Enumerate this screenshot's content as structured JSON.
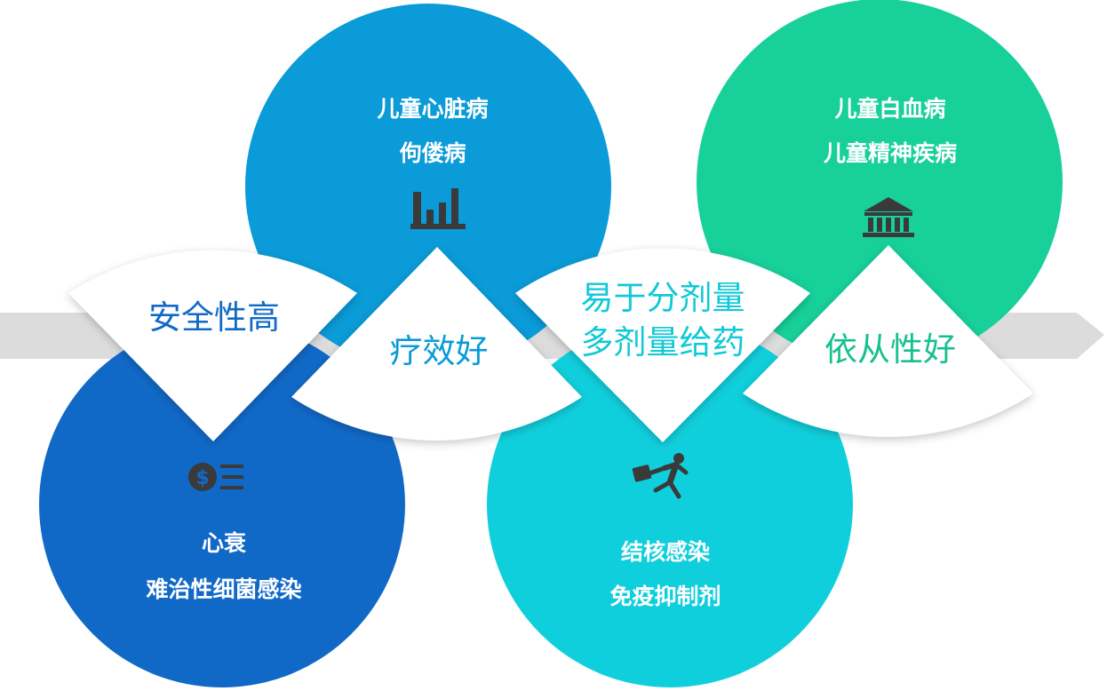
{
  "circles": [
    {
      "lines": [
        "儿童心脏病",
        "佝偻病"
      ],
      "icon": "bar-chart-icon",
      "color": "#0a9bd8"
    },
    {
      "lines": [
        "儿童白血病",
        "儿童精神疾病"
      ],
      "icon": "bank-building-icon",
      "color": "#17d09a"
    },
    {
      "lines": [
        "心衰",
        "难治性细菌感染"
      ],
      "icon": "money-coin-icon",
      "color": "#1169c7"
    },
    {
      "lines": [
        "结核感染",
        "免疫抑制剂"
      ],
      "icon": "running-man-briefcase-icon",
      "color": "#10cfdc"
    }
  ],
  "benefits": [
    {
      "lines": [
        "安全性高"
      ],
      "color": "#1169c7"
    },
    {
      "lines": [
        "疗效好"
      ],
      "color": "#0a9bd8"
    },
    {
      "lines": [
        "易于分剂量",
        "多剂量给药"
      ],
      "color": "#10c9d6"
    },
    {
      "lines": [
        "依从性好"
      ],
      "color": "#17c08f"
    }
  ],
  "colors": {
    "arrow": "#dcdcdc",
    "icon": "#3a3a3a",
    "petal_fill": "#ffffff"
  }
}
